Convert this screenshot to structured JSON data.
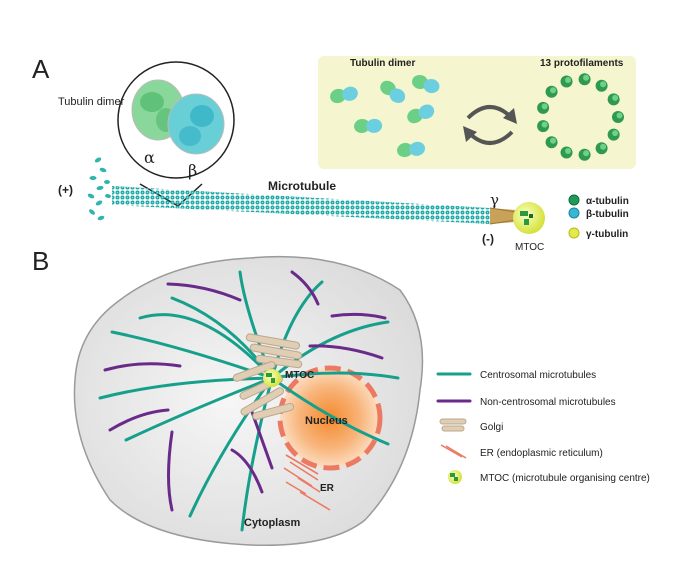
{
  "panel_a": {
    "letter": "A",
    "dimer_callout": {
      "label": "Tubulin dimer",
      "alpha": "α",
      "beta": "β"
    },
    "microtubule_label": "Microtubule",
    "plus_end": "(+)",
    "minus_end": "(-)",
    "gamma": "γ",
    "mtoc": "MTOC",
    "inset": {
      "left_title": "Tubulin dimer",
      "right_title": "13 protofilaments",
      "protofilament_count": 13
    },
    "legend": [
      {
        "label": "α-tubulin",
        "color": "#1f9a5a"
      },
      {
        "label": "β-tubulin",
        "color": "#37b6d6"
      },
      {
        "label": "γ-tubulin",
        "color": "#e4ea4a"
      }
    ]
  },
  "panel_b": {
    "letter": "B",
    "mtoc": "MTOC",
    "nucleus": "Nucleus",
    "er": "ER",
    "cytoplasm": "Cytoplasm",
    "legend": [
      {
        "label": "Centrosomal microtubules",
        "symbol": "teal-line-icon"
      },
      {
        "label": "Non-centrosomal microtubules",
        "symbol": "purple-line-icon"
      },
      {
        "label": "Golgi",
        "symbol": "golgi-icon"
      },
      {
        "label": "ER (endoplasmic reticulum)",
        "symbol": "er-icon"
      },
      {
        "label": "MTOC (microtubule organising centre)",
        "symbol": "mtoc-icon"
      }
    ]
  },
  "colors": {
    "centrosomal": "#16a08c",
    "non_centrosomal": "#6a2a8a",
    "nucleus": "#f6a055",
    "nucleus_border": "#ec7a62",
    "er": "#ec7a62",
    "golgi": "#e0cdb4",
    "inset_bg": "#f5f6cf",
    "cell": "#e8e8e8"
  }
}
